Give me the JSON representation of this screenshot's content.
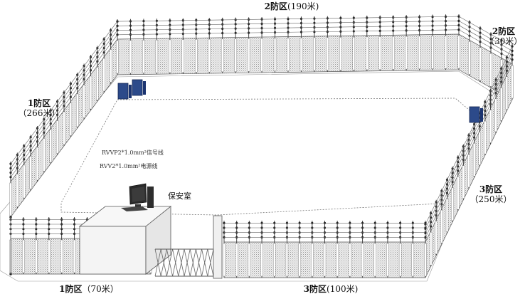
{
  "zones": {
    "top": {
      "name": "2防区",
      "length": "(190米)"
    },
    "top_right": {
      "name": "2防区",
      "length": "（30米）"
    },
    "left": {
      "name": "1防区",
      "length": "（266米）"
    },
    "right": {
      "name": "3防区",
      "length": "（250米）"
    },
    "bottom_left": {
      "name": "1防区",
      "length": "（70米）"
    },
    "bottom_right": {
      "name": "3防区",
      "length": "(100米)"
    }
  },
  "cables": {
    "signal": "RVVP2*1.0mm²信号线",
    "power": "RVV2*1.0mm²电源线"
  },
  "guard_room": {
    "label": "保安室"
  },
  "colors": {
    "fence_line": "#555555",
    "panel_fill": "#f2f2f2",
    "panel_hatch": "#9a9a9a",
    "host_unit": "#2c4a8a",
    "cable_dash": "#666666"
  }
}
